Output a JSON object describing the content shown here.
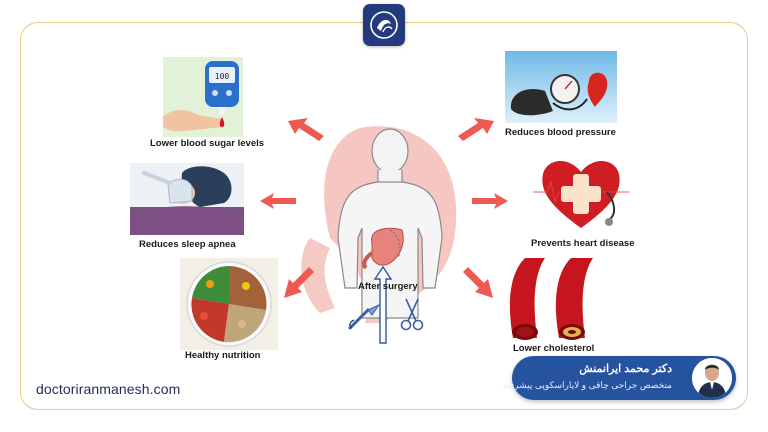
{
  "benefits": {
    "sugar": "Lower blood sugar levels",
    "pressure": "Reduces blood pressure",
    "apnea": "Reduces sleep apnea",
    "heart": "Prevents heart disease",
    "nutrition": "Healthy nutrition",
    "cholesterol": "Lower cholesterol"
  },
  "center": {
    "label": "After surgery"
  },
  "glucometer": {
    "reading": "100"
  },
  "website": "doctoriranmanesh.com",
  "doctor": {
    "name": "دکتر محمد ایرانمنش",
    "title": "متخصص جراحی چاقی و لاپاراسکوپی پیشرفته"
  },
  "colors": {
    "arrow": "#ee5a52",
    "pill": "#2553a0",
    "badge": "#233a7c",
    "border": "#e7c988"
  }
}
